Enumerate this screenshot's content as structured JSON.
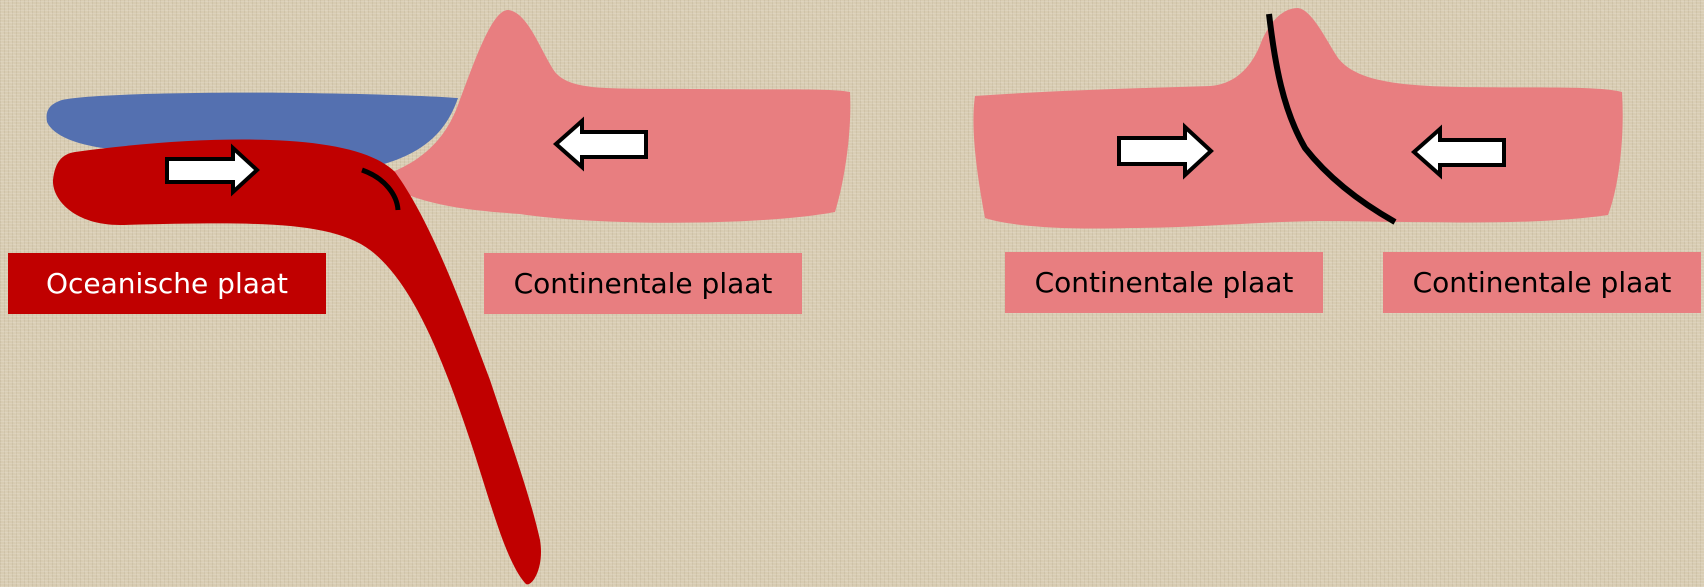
{
  "colors": {
    "oceanic_plate": "#c00000",
    "continental_plate": "#e87e80",
    "ocean_water": "#5470b0",
    "boundary_line": "#000000",
    "arrow_fill": "#ffffff",
    "arrow_stroke": "#000000",
    "background": "#d8ccb2"
  },
  "subduction_diagram": {
    "oceanic_label": "Oceanische plaat",
    "continental_label": "Continentale plaat",
    "oceanic_arrow_direction": "right",
    "continental_arrow_direction": "left"
  },
  "collision_diagram": {
    "left_label": "Continentale plaat",
    "right_label": "Continentale plaat",
    "left_arrow_direction": "right",
    "right_arrow_direction": "left"
  }
}
